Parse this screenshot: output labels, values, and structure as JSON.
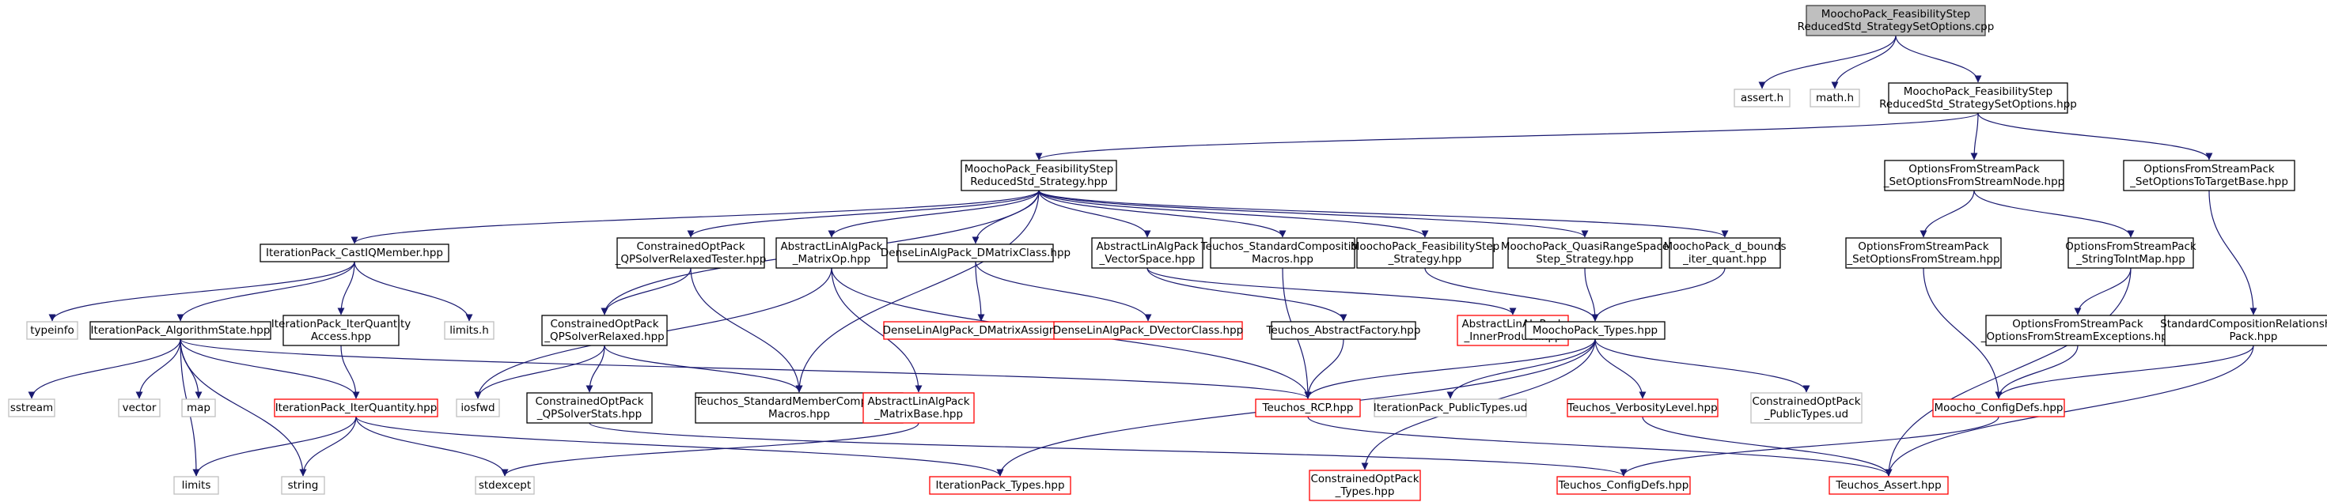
{
  "diagram": {
    "title": "",
    "colors": {
      "background": "#ffffff",
      "edge": "#191970",
      "root_fill": "#bfbfbf",
      "root_border": "#404040",
      "node_fill": "#ffffff",
      "node_border": "#000000",
      "system_border": "#bfbfbf",
      "link_border": "#ff0000",
      "text": "#000000"
    },
    "nodes": [
      {
        "id": "root",
        "lines": [
          "MoochoPack_FeasibilityStep",
          "ReducedStd_StrategySetOptions.cpp"
        ],
        "kind": "root"
      },
      {
        "id": "assert_h",
        "lines": [
          "assert.h"
        ],
        "kind": "system"
      },
      {
        "id": "math_h",
        "lines": [
          "math.h"
        ],
        "kind": "system"
      },
      {
        "id": "setopts_hpp",
        "lines": [
          "MoochoPack_FeasibilityStep",
          "ReducedStd_StrategySetOptions.hpp"
        ],
        "kind": "normal"
      },
      {
        "id": "strategy_hpp",
        "lines": [
          "MoochoPack_FeasibilityStep",
          "ReducedStd_Strategy.hpp"
        ],
        "kind": "normal"
      },
      {
        "id": "ofs_node",
        "lines": [
          "OptionsFromStreamPack",
          "_SetOptionsFromStreamNode.hpp"
        ],
        "kind": "normal"
      },
      {
        "id": "ofs_target",
        "lines": [
          "OptionsFromStreamPack",
          "_SetOptionsToTargetBase.hpp"
        ],
        "kind": "normal"
      },
      {
        "id": "castiq",
        "lines": [
          "IterationPack_CastIQMember.hpp"
        ],
        "kind": "normal"
      },
      {
        "id": "qpsrt",
        "lines": [
          "ConstrainedOptPack",
          "_QPSolverRelaxedTester.hpp"
        ],
        "kind": "normal"
      },
      {
        "id": "matop",
        "lines": [
          "AbstractLinAlgPack",
          "_MatrixOp.hpp"
        ],
        "kind": "normal"
      },
      {
        "id": "dmatclass",
        "lines": [
          "DenseLinAlgPack_DMatrixClass.hpp"
        ],
        "kind": "normal"
      },
      {
        "id": "vecspace",
        "lines": [
          "AbstractLinAlgPack",
          "_VectorSpace.hpp"
        ],
        "kind": "normal"
      },
      {
        "id": "stdcomp",
        "lines": [
          "Teuchos_StandardComposition",
          "Macros.hpp"
        ],
        "kind": "normal"
      },
      {
        "id": "feasstep",
        "lines": [
          "MoochoPack_FeasibilityStep",
          "_Strategy.hpp"
        ],
        "kind": "normal"
      },
      {
        "id": "quasi",
        "lines": [
          "MoochoPack_QuasiRangeSpace",
          "Step_Strategy.hpp"
        ],
        "kind": "normal"
      },
      {
        "id": "dbounds",
        "lines": [
          "MoochoPack_d_bounds",
          "_iter_quant.hpp"
        ],
        "kind": "normal"
      },
      {
        "id": "ofs_stream",
        "lines": [
          "OptionsFromStreamPack",
          "_SetOptionsFromStream.hpp"
        ],
        "kind": "normal"
      },
      {
        "id": "strtoint",
        "lines": [
          "OptionsFromStreamPack",
          "_StringToIntMap.hpp"
        ],
        "kind": "normal"
      },
      {
        "id": "typeinfo",
        "lines": [
          "typeinfo"
        ],
        "kind": "system"
      },
      {
        "id": "algstate",
        "lines": [
          "IterationPack_AlgorithmState.hpp"
        ],
        "kind": "normal"
      },
      {
        "id": "iqaccess",
        "lines": [
          "IterationPack_IterQuantity",
          "Access.hpp"
        ],
        "kind": "normal"
      },
      {
        "id": "limits_h",
        "lines": [
          "limits.h"
        ],
        "kind": "system"
      },
      {
        "id": "qpsr",
        "lines": [
          "ConstrainedOptPack",
          "_QPSolverRelaxed.hpp"
        ],
        "kind": "normal"
      },
      {
        "id": "dmassign",
        "lines": [
          "DenseLinAlgPack_DMatrixAssign.hpp"
        ],
        "kind": "link"
      },
      {
        "id": "dvclass",
        "lines": [
          "DenseLinAlgPack_DVectorClass.hpp"
        ],
        "kind": "link"
      },
      {
        "id": "absfactory",
        "lines": [
          "Teuchos_AbstractFactory.hpp"
        ],
        "kind": "normal"
      },
      {
        "id": "innerprod",
        "lines": [
          "AbstractLinAlgPack",
          "_InnerProduct.hpp"
        ],
        "kind": "link"
      },
      {
        "id": "mtypes",
        "lines": [
          "MoochoPack_Types.hpp"
        ],
        "kind": "normal"
      },
      {
        "id": "ofsexc",
        "lines": [
          "OptionsFromStreamPack",
          "_OptionsFromStreamExceptions.hpp"
        ],
        "kind": "normal"
      },
      {
        "id": "stdcrel",
        "lines": [
          "StandardCompositionRelationships",
          "Pack.hpp"
        ],
        "kind": "normal"
      },
      {
        "id": "sstream",
        "lines": [
          "sstream"
        ],
        "kind": "system"
      },
      {
        "id": "vector",
        "lines": [
          "vector"
        ],
        "kind": "system"
      },
      {
        "id": "map",
        "lines": [
          "map"
        ],
        "kind": "system"
      },
      {
        "id": "iterquantity",
        "lines": [
          "IterationPack_IterQuantity.hpp"
        ],
        "kind": "link"
      },
      {
        "id": "iosfwd",
        "lines": [
          "iosfwd"
        ],
        "kind": "system"
      },
      {
        "id": "qpstats",
        "lines": [
          "ConstrainedOptPack",
          "_QPSolverStats.hpp"
        ],
        "kind": "normal"
      },
      {
        "id": "stdmember",
        "lines": [
          "Teuchos_StandardMemberComposition",
          "Macros.hpp"
        ],
        "kind": "normal"
      },
      {
        "id": "matbase",
        "lines": [
          "AbstractLinAlgPack",
          "_MatrixBase.hpp"
        ],
        "kind": "link"
      },
      {
        "id": "rcp",
        "lines": [
          "Teuchos_RCP.hpp"
        ],
        "kind": "link"
      },
      {
        "id": "iptypes_ud",
        "lines": [
          "IterationPack_PublicTypes.ud"
        ],
        "kind": "system"
      },
      {
        "id": "verbosity",
        "lines": [
          "Teuchos_VerbosityLevel.hpp"
        ],
        "kind": "link"
      },
      {
        "id": "coptypes_ud",
        "lines": [
          "ConstrainedOptPack",
          "_PublicTypes.ud"
        ],
        "kind": "system"
      },
      {
        "id": "mconfig",
        "lines": [
          "Moocho_ConfigDefs.hpp"
        ],
        "kind": "link"
      },
      {
        "id": "limits",
        "lines": [
          "limits"
        ],
        "kind": "system"
      },
      {
        "id": "string",
        "lines": [
          "string"
        ],
        "kind": "system"
      },
      {
        "id": "stdexcept",
        "lines": [
          "stdexcept"
        ],
        "kind": "system"
      },
      {
        "id": "iptypes",
        "lines": [
          "IterationPack_Types.hpp"
        ],
        "kind": "link"
      },
      {
        "id": "coptypes",
        "lines": [
          "ConstrainedOptPack",
          "_Types.hpp"
        ],
        "kind": "link"
      },
      {
        "id": "tconfig",
        "lines": [
          "Teuchos_ConfigDefs.hpp"
        ],
        "kind": "link"
      },
      {
        "id": "tassert",
        "lines": [
          "Teuchos_Assert.hpp"
        ],
        "kind": "link"
      }
    ],
    "edges": [
      [
        "root",
        "assert_h"
      ],
      [
        "root",
        "math_h"
      ],
      [
        "root",
        "setopts_hpp"
      ],
      [
        "setopts_hpp",
        "strategy_hpp"
      ],
      [
        "setopts_hpp",
        "ofs_node"
      ],
      [
        "setopts_hpp",
        "ofs_target"
      ],
      [
        "strategy_hpp",
        "castiq"
      ],
      [
        "strategy_hpp",
        "qpsrt"
      ],
      [
        "strategy_hpp",
        "matop"
      ],
      [
        "strategy_hpp",
        "dmatclass"
      ],
      [
        "strategy_hpp",
        "vecspace"
      ],
      [
        "strategy_hpp",
        "stdcomp"
      ],
      [
        "strategy_hpp",
        "feasstep"
      ],
      [
        "strategy_hpp",
        "quasi"
      ],
      [
        "strategy_hpp",
        "dbounds"
      ],
      [
        "strategy_hpp",
        "qpsr"
      ],
      [
        "strategy_hpp",
        "stdmember"
      ],
      [
        "ofs_node",
        "ofs_stream"
      ],
      [
        "ofs_node",
        "strtoint"
      ],
      [
        "ofs_target",
        "stdcrel"
      ],
      [
        "castiq",
        "typeinfo"
      ],
      [
        "castiq",
        "algstate"
      ],
      [
        "castiq",
        "iqaccess"
      ],
      [
        "castiq",
        "limits_h"
      ],
      [
        "qpsrt",
        "qpsr"
      ],
      [
        "qpsrt",
        "stdmember"
      ],
      [
        "matop",
        "matbase"
      ],
      [
        "matop",
        "rcp"
      ],
      [
        "matop",
        "iosfwd"
      ],
      [
        "dmatclass",
        "dmassign"
      ],
      [
        "dmatclass",
        "dvclass"
      ],
      [
        "vecspace",
        "absfactory"
      ],
      [
        "vecspace",
        "innerprod"
      ],
      [
        "stdcomp",
        "rcp"
      ],
      [
        "feasstep",
        "mtypes"
      ],
      [
        "quasi",
        "mtypes"
      ],
      [
        "dbounds",
        "mtypes"
      ],
      [
        "ofs_stream",
        "mconfig"
      ],
      [
        "strtoint",
        "ofsexc"
      ],
      [
        "strtoint",
        "tassert"
      ],
      [
        "ofsexc",
        "mconfig"
      ],
      [
        "stdcrel",
        "mconfig"
      ],
      [
        "stdcrel",
        "tassert"
      ],
      [
        "algstate",
        "sstream"
      ],
      [
        "algstate",
        "vector"
      ],
      [
        "algstate",
        "map"
      ],
      [
        "algstate",
        "iterquantity"
      ],
      [
        "algstate",
        "limits"
      ],
      [
        "algstate",
        "string"
      ],
      [
        "algstate",
        "rcp"
      ],
      [
        "iqaccess",
        "iterquantity"
      ],
      [
        "qpsr",
        "qpstats"
      ],
      [
        "qpsr",
        "stdmember"
      ],
      [
        "qpsr",
        "iosfwd"
      ],
      [
        "qpstats",
        "tconfig"
      ],
      [
        "absfactory",
        "rcp"
      ],
      [
        "mtypes",
        "rcp"
      ],
      [
        "mtypes",
        "iptypes_ud"
      ],
      [
        "mtypes",
        "verbosity"
      ],
      [
        "mtypes",
        "coptypes_ud"
      ],
      [
        "mtypes",
        "iptypes"
      ],
      [
        "mtypes",
        "coptypes"
      ],
      [
        "iterquantity",
        "limits"
      ],
      [
        "iterquantity",
        "string"
      ],
      [
        "iterquantity",
        "stdexcept"
      ],
      [
        "iterquantity",
        "iptypes"
      ],
      [
        "matbase",
        "stdexcept"
      ],
      [
        "rcp",
        "tassert"
      ],
      [
        "verbosity",
        "tassert"
      ],
      [
        "mconfig",
        "tconfig"
      ]
    ]
  }
}
